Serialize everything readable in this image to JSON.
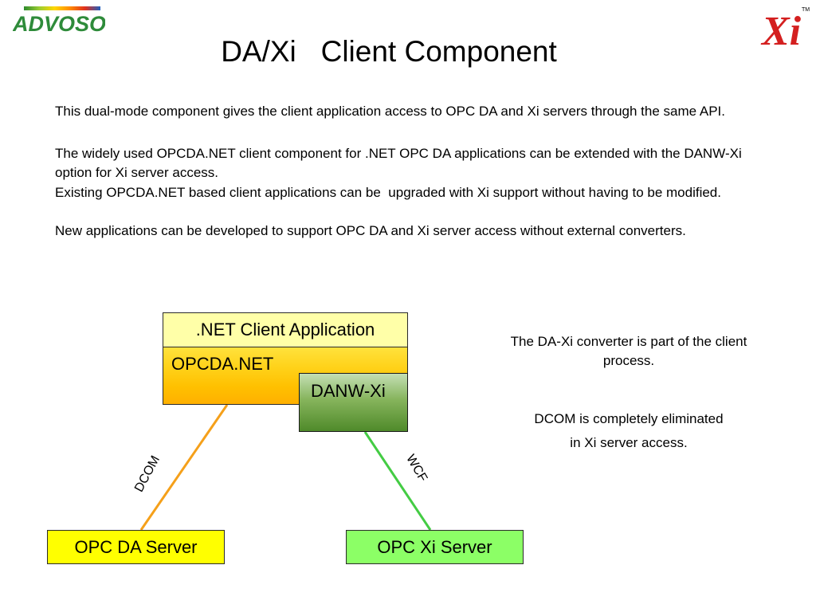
{
  "logos": {
    "advosol": "ADVOSOL",
    "xi": "Xi",
    "xi_tm": "TM"
  },
  "title": "DA/Xi   Client Component",
  "paragraphs": [
    "This dual-mode component gives the client application access to OPC DA and Xi servers through the same API.",
    "The widely used OPCDA.NET client component for .NET OPC DA applications can be extended with the DANW-Xi option for Xi server access.",
    "Existing OPCDA.NET based client applications can be  upgraded with Xi support without having to be modified.",
    "New applications can be developed to support OPC DA and Xi server access without external converters."
  ],
  "diagram": {
    "net_client_app": ".NET Client Application",
    "opcda_net": "OPCDA.NET",
    "danw_xi": "DANW-Xi",
    "opc_da_server": "OPC DA Server",
    "opc_xi_server": "OPC Xi Server",
    "dcom_label": "DCOM",
    "wcf_label": "WCF",
    "colors": {
      "net_app_fill": "#ffffa8",
      "opcda_fill": "#ffc000",
      "danw_fill": "#6fa040",
      "opc_da_fill": "#ffff00",
      "opc_xi_fill": "#8cff66",
      "dcom_line": "#f5a01a",
      "wcf_line": "#44cc44"
    }
  },
  "notes": {
    "converter": "The DA-Xi converter is part of the client process.",
    "dcom_line1": "DCOM is completely eliminated",
    "dcom_line2": "in Xi server access."
  }
}
